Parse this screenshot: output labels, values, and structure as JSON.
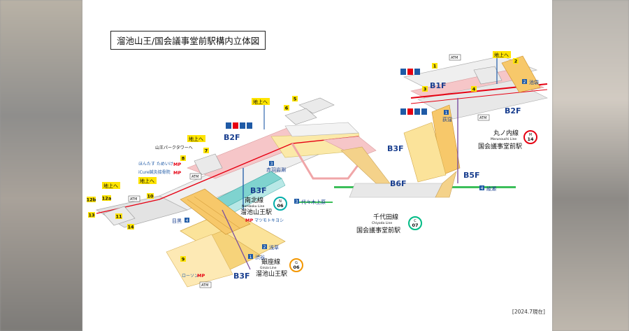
{
  "title": "溜池山王/国会議事堂前駅構内立体図",
  "date_note": "[2024.7現在]",
  "floors": {
    "b1f": "B1F",
    "b2f_left": "B2F",
    "b3f_upper": "B3F",
    "b3f_lower": "B3F",
    "b2f_right": "B2F",
    "b3f_right": "B3F",
    "b5f": "B5F",
    "b6f": "B6F"
  },
  "lines": {
    "namboku": {
      "name": "南北線",
      "en": "Namboku Line",
      "station": "溜池山王駅",
      "code_letter": "N",
      "code_num": "06",
      "color": "#00ada9"
    },
    "ginza": {
      "name": "銀座線",
      "en": "Ginza Line",
      "station": "溜池山王駅",
      "code_letter": "G",
      "code_num": "06",
      "color": "#f39700"
    },
    "marunouchi": {
      "name": "丸ノ内線",
      "en": "Marunouchi Line",
      "station": "国会議事堂前駅",
      "code_letter": "M",
      "code_num": "14",
      "color": "#e60012"
    },
    "chiyoda": {
      "name": "千代田線",
      "en": "Chiyoda Line",
      "station": "国会議事堂前駅",
      "code_letter": "C",
      "code_num": "07",
      "color": "#00bb85"
    }
  },
  "directions": {
    "akabane": {
      "num": "3",
      "text": "赤羽岩淵"
    },
    "meguro": {
      "num": "4",
      "text": "目黒"
    },
    "asakusa": {
      "num": "2",
      "text": "浅草"
    },
    "shibuya": {
      "num": "1",
      "text": "渋谷"
    },
    "yoyogi": {
      "num": "3",
      "text": "代々木上原"
    },
    "ayase": {
      "num": "4",
      "text": "綾瀬"
    },
    "ogikubo": {
      "num": "1",
      "text": "荻窪"
    },
    "ikebukuro": {
      "num": "2",
      "text": "池袋"
    }
  },
  "exit_labels": {
    "chijo_1": "地上へ",
    "chijo_2": "地上へ",
    "chijo_3": "地上へ",
    "chijo_4": "地上へ",
    "chijo_5": "地上へ"
  },
  "exits": [
    "1",
    "2",
    "3",
    "4",
    "5",
    "6",
    "7",
    "8",
    "9",
    "10",
    "11",
    "12a",
    "12b",
    "13",
    "14"
  ],
  "facilities": {
    "sanno_park_tower": "山王パークタワーへ",
    "honmasu": "ほんたす ためいけ",
    "icure": "iCure鍼灸接骨院",
    "matsumoto": "マツモトキヨシ",
    "lawson": "ローソン",
    "mp": "MP",
    "atm": "ATM"
  },
  "colors": {
    "floor_yellow": "#fbe9a8",
    "floor_pink": "#f6c6c8",
    "floor_gray": "#e3e3e3",
    "stair_orange": "#f7c86a",
    "line_purple": "#7a4fa0",
    "line_blue": "#1f5aa6",
    "chiyoda_green": "#3cbf5a"
  }
}
